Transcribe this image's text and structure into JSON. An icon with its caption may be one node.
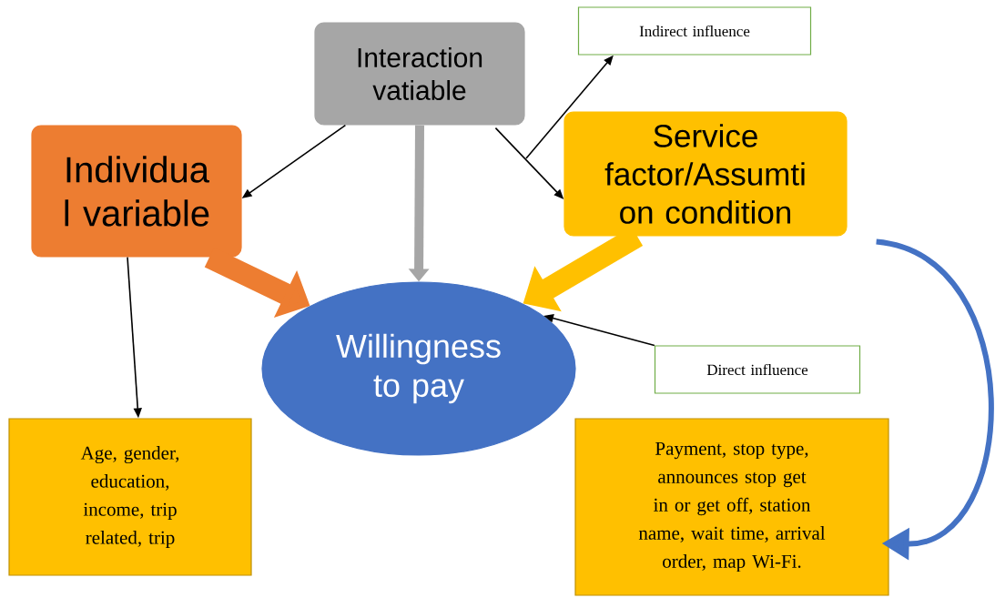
{
  "diagram": {
    "nodes": [
      {
        "text": [
          "Interaction vatiable"
        ]
      },
      {
        "text": [
          "Indirect influence"
        ]
      },
      {
        "text": [
          "Individua l variable"
        ]
      },
      {
        "text": [
          "Service factor/Assumti on condition"
        ]
      },
      {
        "text": [
          "Willingness to pay"
        ]
      },
      {
        "text": [
          "Direct influence"
        ]
      },
      {
        "text": [
          "Age, gender, education, income, trip related, trip"
        ]
      },
      {
        "text": [
          "Payment, stop type, announces stop get in or get off, station name, wait time, arrival order, map Wi-Fi."
        ]
      }
    ],
    "edges": [
      {
        "from": 0,
        "to": 2,
        "arrow": "to"
      },
      {
        "from": 0,
        "to": 4,
        "arrow": "to",
        "style": "thick",
        "color": "#a6a6a6"
      },
      {
        "from": 0,
        "to": 3,
        "arrow": "to"
      },
      {
        "from": null,
        "to": 1,
        "arrow": "to"
      },
      {
        "from": 2,
        "to": 4,
        "arrow": "to",
        "style": "thick",
        "color": "#ed7d31"
      },
      {
        "from": 3,
        "to": 4,
        "arrow": "to",
        "style": "thick",
        "color": "#ffc000"
      },
      {
        "from": 5,
        "to": 4,
        "arrow": "to"
      },
      {
        "from": 2,
        "to": 6,
        "arrow": "to"
      },
      {
        "from": 3,
        "to": 7,
        "arrow": "to",
        "style": "thick",
        "color": "#4472c4"
      }
    ]
  }
}
